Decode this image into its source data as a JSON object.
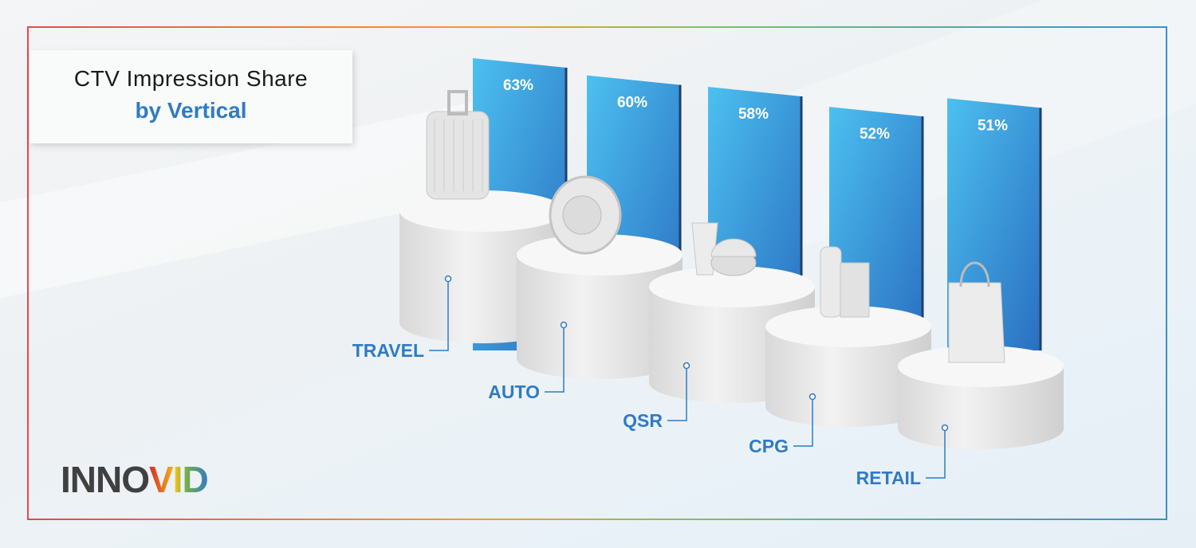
{
  "title_line1": "CTV Impression Share",
  "title_line2": "by Vertical",
  "logo": {
    "text_main": "INNO",
    "text_accent": "VID"
  },
  "colors": {
    "bar_top": "#4cc0f0",
    "bar_bottom": "#2a6fc0",
    "label": "#2f7bc4",
    "pedestal": "#e9e9e9"
  },
  "chart_data": {
    "type": "bar",
    "title": "CTV Impression Share by Vertical",
    "categories": [
      "TRAVEL",
      "AUTO",
      "QSR",
      "CPG",
      "RETAIL"
    ],
    "values": [
      63,
      60,
      58,
      52,
      51
    ],
    "value_labels": [
      "63%",
      "60%",
      "58%",
      "52%",
      "51%"
    ],
    "icons": [
      "suitcase-icon",
      "tire-icon",
      "burger-drink-icon",
      "bottle-carton-icon",
      "shopping-bag-icon"
    ],
    "unit": "%"
  }
}
